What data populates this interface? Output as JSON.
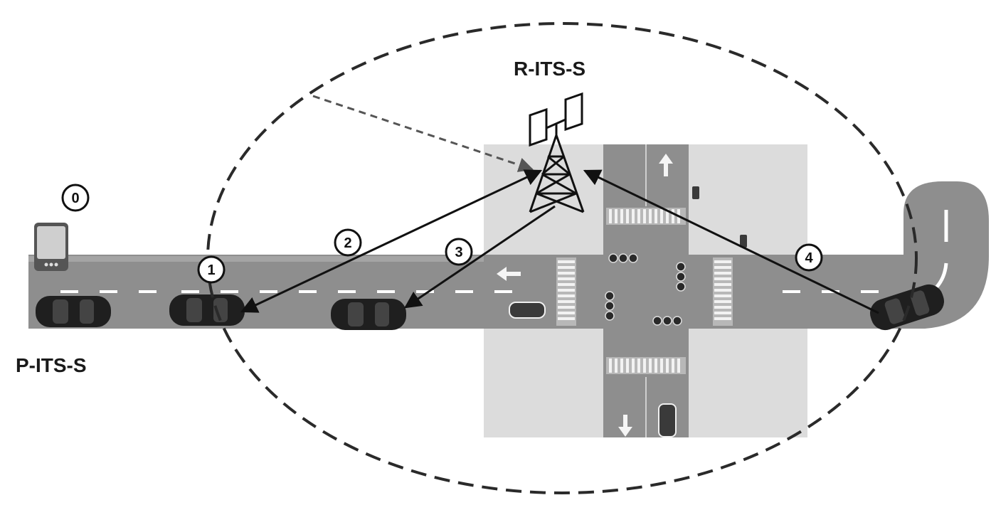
{
  "labels": {
    "roadside_station": "R-ITS-S",
    "personal_station": "P-ITS-S"
  },
  "markers": {
    "step0": "0",
    "step1": "1",
    "step2": "2",
    "step3": "3",
    "step4": "4"
  },
  "colors": {
    "road": "#8e8e8e",
    "block": "#d3d3d3",
    "car": "#1f1f1f",
    "line": "#1a1a1a"
  }
}
